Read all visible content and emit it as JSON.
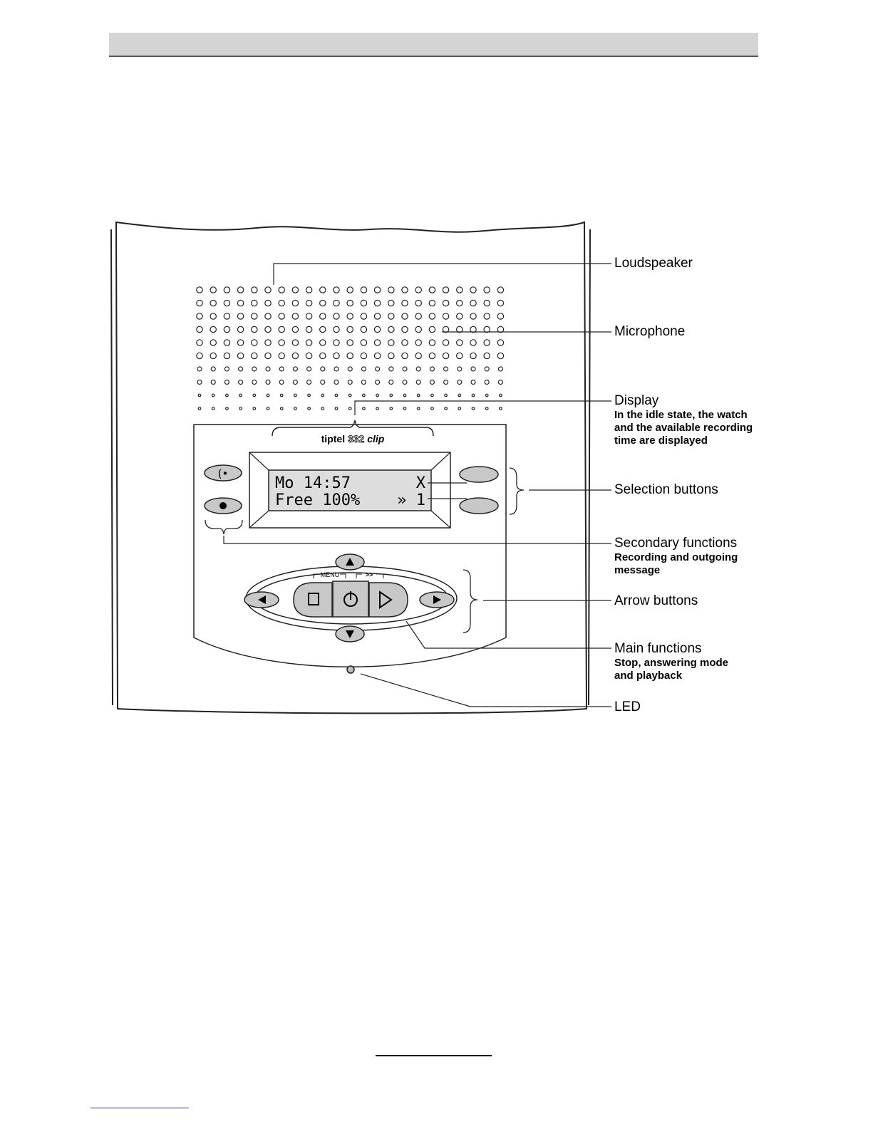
{
  "device": {
    "brand": "tiptel",
    "model": "332",
    "variant": "clip",
    "display_line_1": "Mo 14:57",
    "display_line_1_right": "X",
    "display_line_2": "Free 100%",
    "display_line_2_right": "» 1",
    "menu_label": "MENU",
    "forward_label": ">>"
  },
  "callouts": [
    {
      "title": "Loudspeaker",
      "subtitle": ""
    },
    {
      "title": "Microphone",
      "subtitle": ""
    },
    {
      "title": "Display",
      "subtitle": [
        "In the idle state, the watch",
        "and the available recording",
        "time are displayed"
      ]
    },
    {
      "title": "Selection buttons",
      "subtitle": ""
    },
    {
      "title": "Secondary functions",
      "subtitle": [
        "Recording and outgoing",
        "message"
      ]
    },
    {
      "title": "Arrow buttons",
      "subtitle": ""
    },
    {
      "title": "Main functions",
      "subtitle": [
        "Stop, answering mode",
        "and playback"
      ]
    },
    {
      "title": "LED",
      "subtitle": ""
    }
  ]
}
